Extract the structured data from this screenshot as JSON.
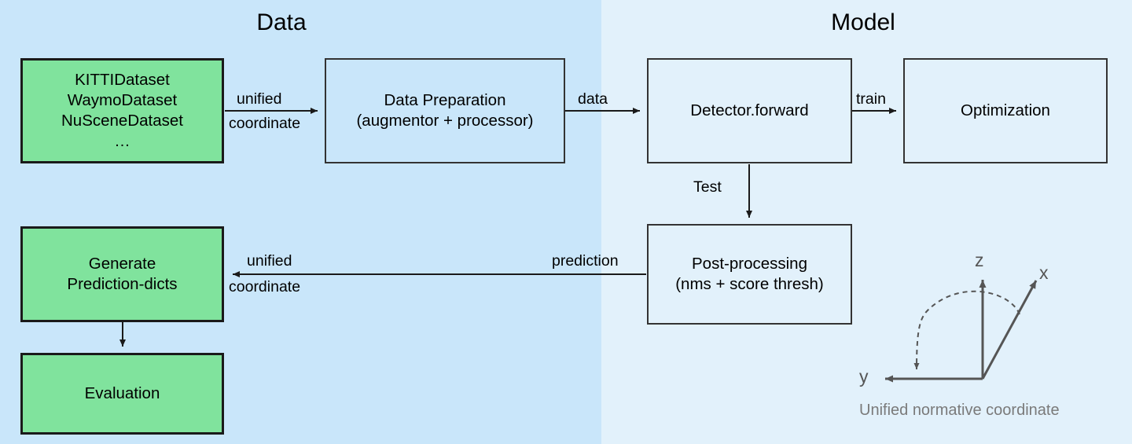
{
  "panels": {
    "data": {
      "title": "Data",
      "bg": "#c9e6fa"
    },
    "model": {
      "title": "Model",
      "bg": "#e2f1fb"
    }
  },
  "colors": {
    "green_node": "#80e39d",
    "node_border": "#1a1a1a",
    "plain_border": "#333333",
    "axis_stroke": "#555555",
    "axis_caption": "#7a7a7a"
  },
  "nodes": {
    "datasets": {
      "label": "KITTIDataset\nWaymoDataset\nNuSceneDataset\n…"
    },
    "data_preparation": {
      "label": "Data Preparation\n(augmentor + processor)"
    },
    "detector_forward": {
      "label": "Detector.forward"
    },
    "optimization": {
      "label": "Optimization"
    },
    "post_processing": {
      "label": "Post-processing\n(nms + score thresh)"
    },
    "generate_prediction_dicts": {
      "label": "Generate\nPrediction-dicts"
    },
    "evaluation": {
      "label": "Evaluation"
    }
  },
  "edges": {
    "datasets_to_prep_line1": "unified",
    "datasets_to_prep_line2": "coordinate",
    "prep_to_detector": "data",
    "detector_to_optimization": "train",
    "detector_to_post": "Test",
    "post_to_generate": "prediction",
    "post_to_generate_line1": "unified",
    "post_to_generate_line2": "coordinate"
  },
  "coordinate_figure": {
    "axis_z": "z",
    "axis_x": "x",
    "axis_y": "y",
    "caption": "Unified normative coordinate"
  }
}
